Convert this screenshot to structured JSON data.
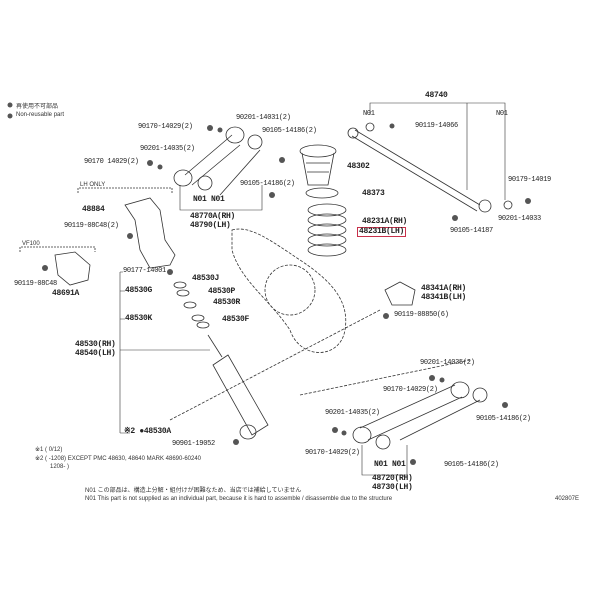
{
  "legend": {
    "symbol": "●",
    "jp": "再使用不可部品",
    "en": "Non-reusable part"
  },
  "highlight_color": "#c8304a",
  "labels": {
    "p90170_14029_a": "90170-14029(2)",
    "p90201_14031": "90201-14031(2)",
    "p90105_14186_a": "90105-14186(2)",
    "p90201_14035_a": "90201-14035(2)",
    "p90170_14029_b": "90170 14029(2)",
    "p90105_14186_b": "90105-14186(2)",
    "n01_n01_upper": "N01  N01",
    "p48770a": "48770A(RH)",
    "p48790": "48790(LH)",
    "lh_only": "LH ONLY",
    "p48884": "48884",
    "p90119_08c48_2": "90119-08C48(2)",
    "vf": "VF100",
    "p90119_08c48": "90119-08C48",
    "p48691a": "48691A",
    "p48740": "48740",
    "n01_left": "N01",
    "n01_right": "N01",
    "p90119_14066": "90119-14066",
    "p48302": "48302",
    "p48373": "48373",
    "p48231a": "48231A(RH)",
    "p48231b": "48231B(LH)",
    "p90179_14019": "90179-14019",
    "p90201_14033": "90201-14033",
    "p90105_14187": "90105-14187",
    "p48341a": "48341A(RH)",
    "p48341b": "48341B(LH)",
    "p90119_08850": "90119-08850(6)",
    "p90177_14001": "90177-14001",
    "p48530j": "48530J",
    "p48530g": "48530G",
    "p48530p": "48530P",
    "p48530r": "48530R",
    "p48530k": "48530K",
    "p48530f": "48530F",
    "p48530": "48530(RH)",
    "p48540": "48540(LH)",
    "p48530a": "※2 ●48530A",
    "p90901_19052": "90901-19052",
    "p90201_14035_c": "90201-14035(2)",
    "p90170_14029_c": "90170-14029(2)",
    "p90201_14035_d": "90201-14035(2)",
    "p90105_14186_c": "90105-14186(2)",
    "p90170_14029_d": "90170-14029(2)",
    "p90105_14186_d": "90105-14186(2)",
    "n01_n01_lower": "N01  N01",
    "p48720": "48720(RH)",
    "p48730": "48730(LH)"
  },
  "notes": {
    "n1": "※1 (      0/12)",
    "n2": "※2 (      -1208) EXCEPT PMC 48630, 48640 MARK 48690-60240",
    "n3": "1208-      )",
    "n01_jp": "N01  この部品は、構造上分解・組付けが困難なため、当店では補給していません",
    "n01_en": "N01  This part is not supplied as an individual part, because it is hard to assemble / disassemble due to the structure",
    "code": "402807E"
  }
}
